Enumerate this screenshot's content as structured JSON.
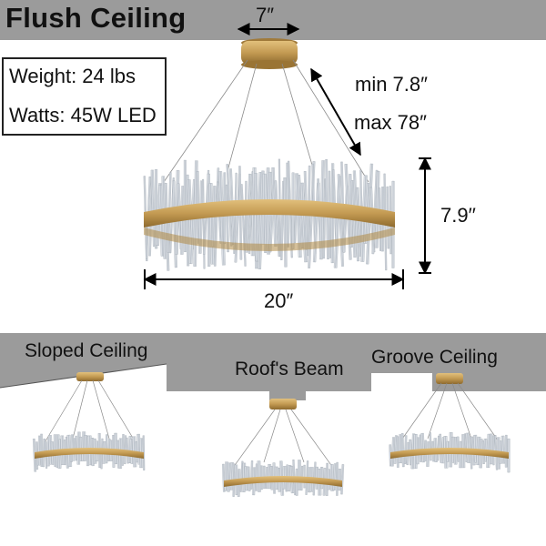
{
  "title": "Flush Ceiling",
  "specs": {
    "weight": "Weight: 24 lbs",
    "watts": "Watts: 45W LED"
  },
  "dimensions": {
    "canopy_width": "7″",
    "min_height": "min 7.8″",
    "max_height": "max 78″",
    "ring_height": "7.9′′",
    "ring_diameter": "20″"
  },
  "installations": {
    "sloped": "Sloped Ceiling",
    "beam": "Roof's Beam",
    "groove": "Groove Ceiling"
  },
  "colors": {
    "ceiling": "#9b9b9b",
    "gold": "#c39a52",
    "crystal": "#d9dde3"
  }
}
